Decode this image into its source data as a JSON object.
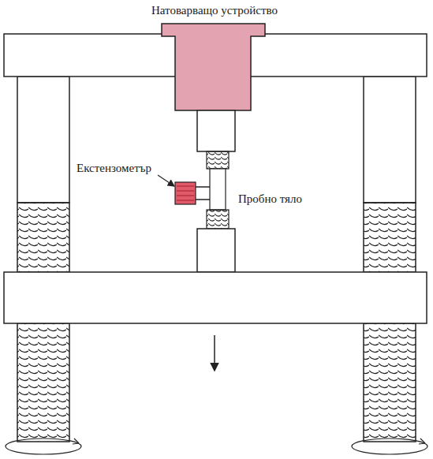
{
  "diagram": {
    "labels": [
      "Натоварващо устройство",
      "Екстензометър",
      "Пробно тяло"
    ]
  }
}
